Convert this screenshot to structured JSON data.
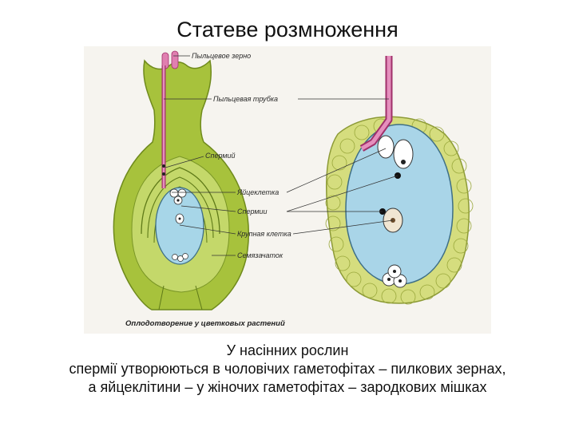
{
  "title": "Статеве розмноження",
  "figure": {
    "labels": {
      "pollen_grain": "Пыльцевое зерно",
      "pollen_tube": "Пыльцевая трубка",
      "sperm": "Спермий",
      "egg_cell": "Яйцеклетка",
      "sperms": "Спермии",
      "large_cell": "Крупная клетка",
      "ovule": "Семязачаток"
    },
    "caption": "Оплодотворение у цветковых растений"
  },
  "caption_lines": [
    "У насінних рослин",
    "спермії утворюються в чоловічих гаметофітах – пилкових зернах,",
    "а яйцеклітини – у жіночих гаметофітах – зародкових мішках"
  ]
}
